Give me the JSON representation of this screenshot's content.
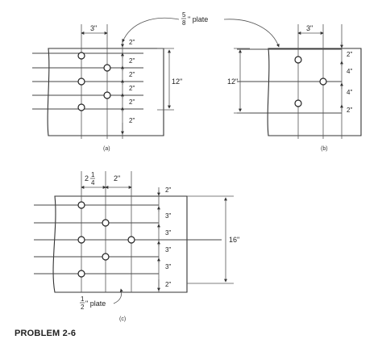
{
  "problem_label": "PROBLEM 2-6",
  "diagram_a": {
    "caption": "(a)",
    "top_dim": "3\"",
    "total_dim": "12\"",
    "spacings": [
      "2\"",
      "2\"",
      "2\"",
      "2\"",
      "2\"",
      "2\""
    ]
  },
  "plate_callout": {
    "frac_num": "5",
    "frac_den": "8",
    "unit": "\" plate"
  },
  "diagram_b": {
    "caption": "(b)",
    "top_dim": "3\"",
    "total_dim": "12\"",
    "spacings": [
      "2\"",
      "4\"",
      "4\"",
      "2\""
    ]
  },
  "diagram_c": {
    "caption": "(c)",
    "top_dim_whole": "2",
    "top_dim_num": "1",
    "top_dim_den": "4",
    "second_dim": "2\"",
    "total_dim": "16\"",
    "spacings": [
      "2\"",
      "3\"",
      "3\"",
      "3\"",
      "3\"",
      "2\""
    ],
    "plate_frac_num": "1",
    "plate_frac_den": "2",
    "plate_unit": "\" plate"
  }
}
